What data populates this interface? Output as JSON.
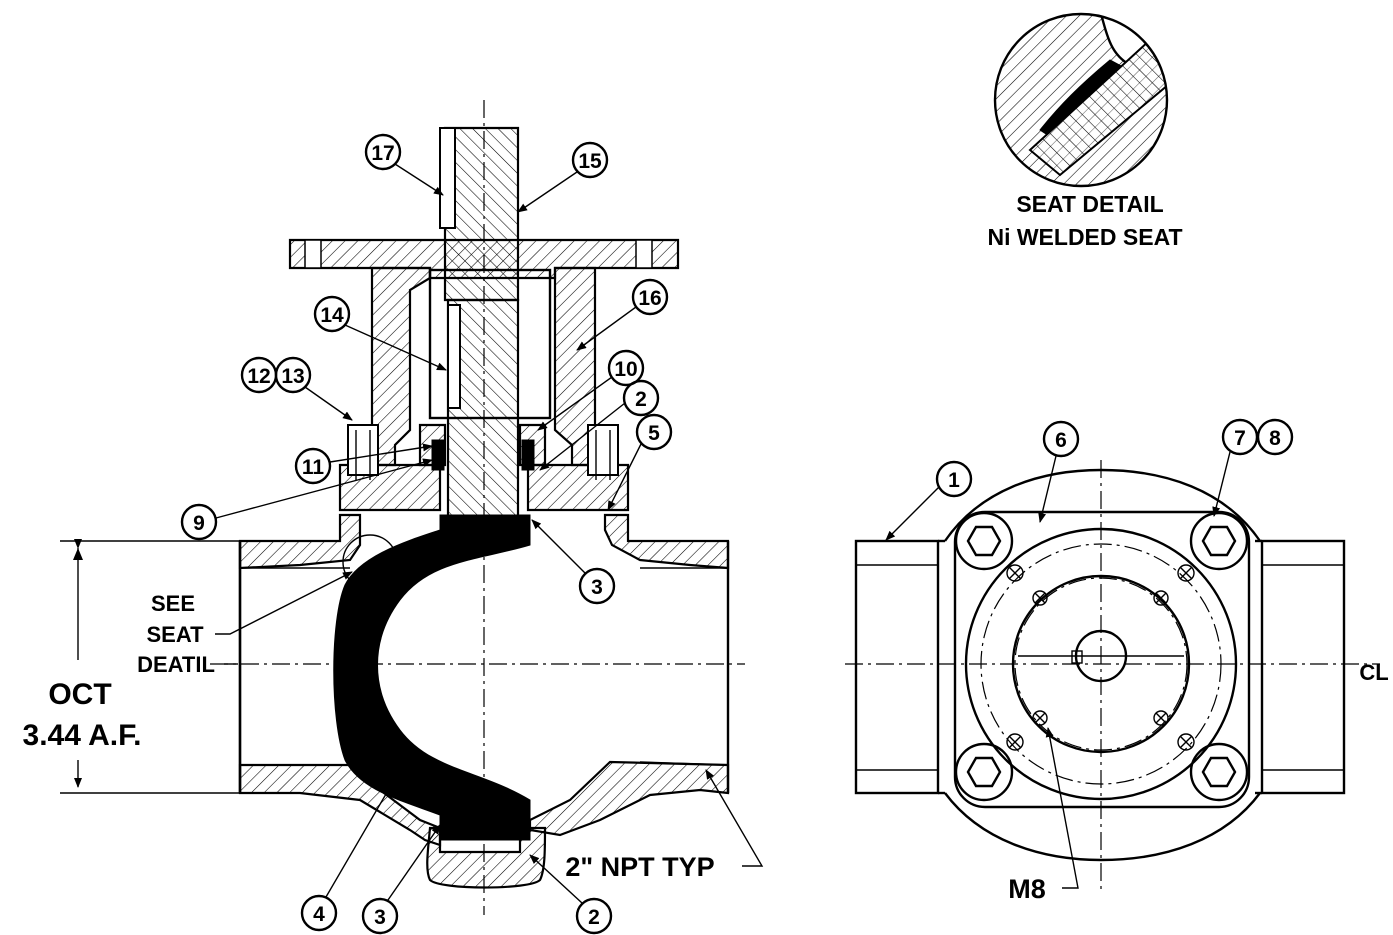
{
  "labels": {
    "seat_detail_title": "SEAT DETAIL",
    "seat_detail_subtitle": "Ni WELDED SEAT",
    "see": "SEE",
    "seat": "SEAT",
    "deatil": "DEATIL",
    "oct": "OCT",
    "af": "3.44 A.F.",
    "npt": "2\" NPT TYP",
    "m8": "M8",
    "centerline": "CL"
  },
  "balloons": {
    "b17": "17",
    "b15": "15",
    "b16": "16",
    "b14": "14",
    "b12": "12",
    "b13": "13",
    "b10": "10",
    "b2a": "2",
    "b5": "5",
    "b11": "11",
    "b9": "9",
    "b3a": "3",
    "b4": "4",
    "b3b": "3",
    "b2b": "2",
    "b1": "1",
    "b6": "6",
    "b7": "7",
    "b8": "8"
  }
}
